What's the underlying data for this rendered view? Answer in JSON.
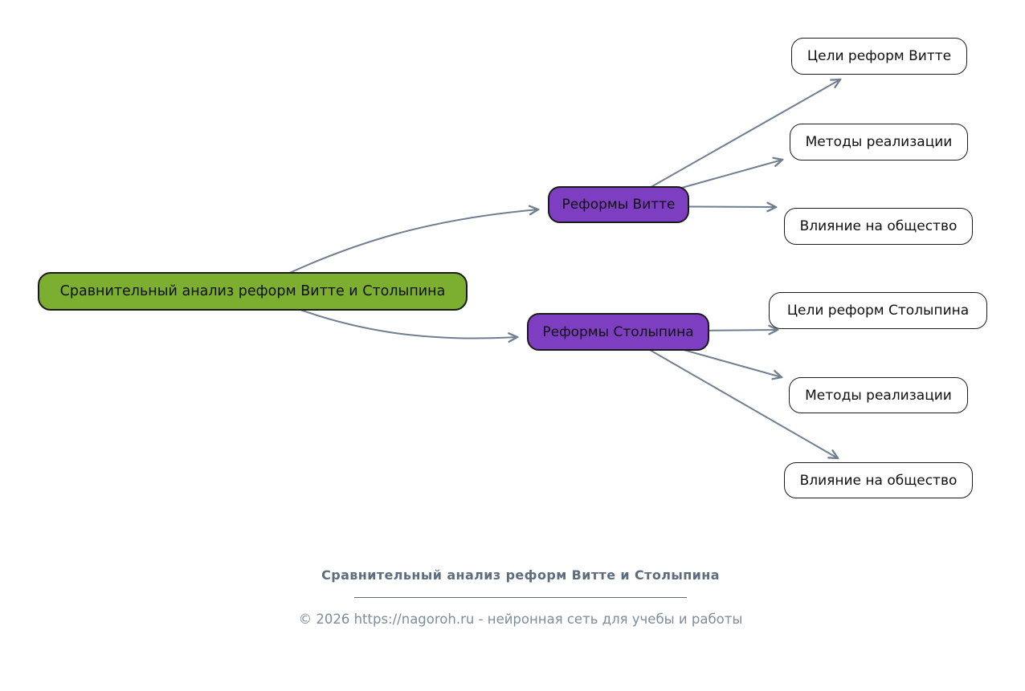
{
  "diagram": {
    "root": {
      "label": "Сравнительный анализ реформ Витте и Столыпина"
    },
    "branches": [
      {
        "label": "Реформы Витте",
        "children": [
          "Цели реформ Витте",
          "Методы реализации",
          "Влияние на общество"
        ]
      },
      {
        "label": "Реформы Столыпина",
        "children": [
          "Цели реформ Столыпина",
          "Методы реализации",
          "Влияние на общество"
        ]
      }
    ]
  },
  "footer": {
    "title": "Сравнительный анализ реформ Витте и Столыпина",
    "copyright": "© 2026 https://nagoroh.ru - нейронная сеть для учебы и работы"
  },
  "colors": {
    "root_fill": "#7cae2f",
    "branch_fill": "#7d3ec1",
    "leaf_fill": "#ffffff",
    "edge": "#6f7f8f",
    "footer_title_color": "#5d6d80",
    "footer_copy_color": "#7e8c9b"
  }
}
